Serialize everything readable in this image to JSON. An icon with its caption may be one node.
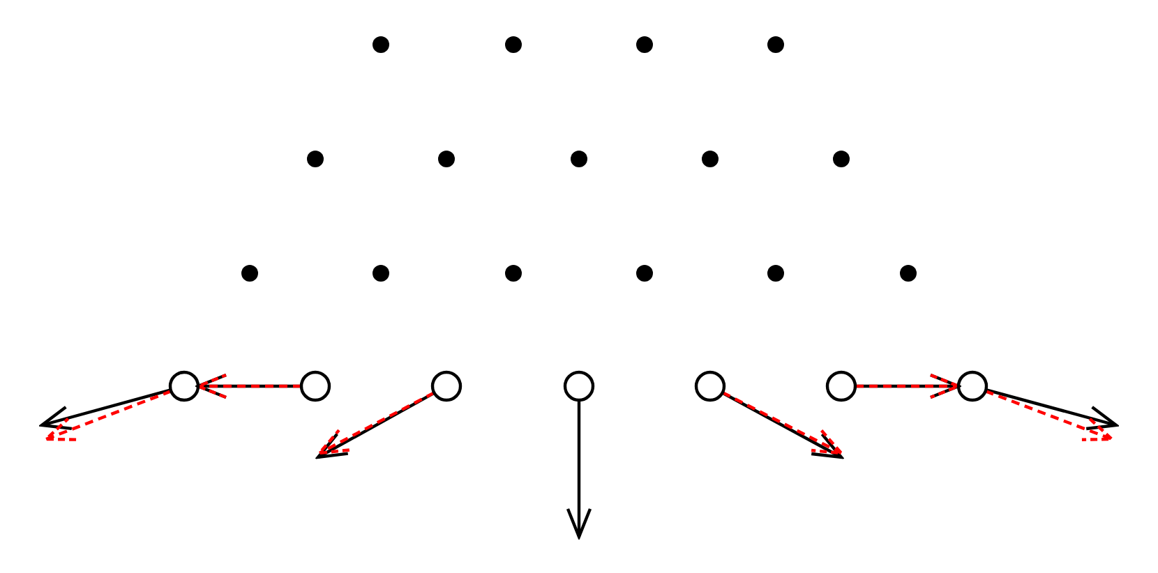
{
  "diagram": {
    "nodes": [
      {
        "text": [],
        "shape": "dot"
      },
      {
        "text": [],
        "shape": "dot"
      },
      {
        "text": [],
        "shape": "dot"
      },
      {
        "text": [],
        "shape": "dot"
      },
      {
        "text": [],
        "shape": "dot"
      },
      {
        "text": [],
        "shape": "dot"
      },
      {
        "text": [],
        "shape": "dot"
      },
      {
        "text": [],
        "shape": "dot"
      },
      {
        "text": [],
        "shape": "dot"
      },
      {
        "text": [],
        "shape": "dot"
      },
      {
        "text": [],
        "shape": "dot"
      },
      {
        "text": [],
        "shape": "dot"
      },
      {
        "text": [],
        "shape": "dot"
      },
      {
        "text": [],
        "shape": "dot"
      },
      {
        "text": [],
        "shape": "dot"
      },
      {
        "text": [],
        "shape": "circle"
      },
      {
        "text": [],
        "shape": "circle"
      },
      {
        "text": [],
        "shape": "circle"
      },
      {
        "text": [],
        "shape": "circle"
      },
      {
        "text": [],
        "shape": "circle"
      },
      {
        "text": [],
        "shape": "circle"
      },
      {
        "text": [],
        "shape": "circle"
      }
    ],
    "edges": [
      {
        "from": 15,
        "to": null,
        "arrow": "to"
      },
      {
        "from": 16,
        "to": 15,
        "arrow": "to"
      },
      {
        "from": 17,
        "to": null,
        "arrow": "to"
      },
      {
        "from": 18,
        "to": null,
        "arrow": "to"
      },
      {
        "from": 19,
        "to": null,
        "arrow": "to"
      },
      {
        "from": 20,
        "to": 21,
        "arrow": "to"
      },
      {
        "from": 21,
        "to": null,
        "arrow": "to"
      },
      {
        "from": 15,
        "to": null,
        "arrow": "to",
        "style": "dashed",
        "color": "#ff0000"
      },
      {
        "from": 16,
        "to": 15,
        "arrow": "to",
        "style": "dashed",
        "color": "#ff0000"
      },
      {
        "from": 17,
        "to": null,
        "arrow": "to",
        "style": "dashed",
        "color": "#ff0000"
      },
      {
        "from": 19,
        "to": null,
        "arrow": "to",
        "style": "dashed",
        "color": "#ff0000"
      },
      {
        "from": 20,
        "to": 21,
        "arrow": "to",
        "style": "dashed",
        "color": "#ff0000"
      },
      {
        "from": 21,
        "to": null,
        "arrow": "to",
        "style": "dashed",
        "color": "#ff0000"
      }
    ]
  }
}
